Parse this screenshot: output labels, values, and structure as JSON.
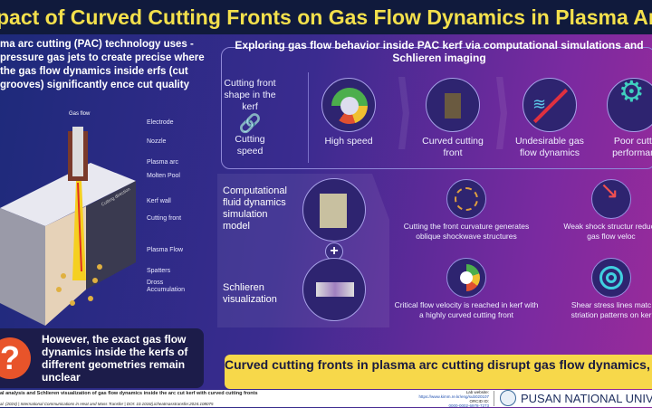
{
  "title": "pact of Curved Cutting Fronts on Gas Flow Dynamics in Plasma Arc Cutt",
  "intro": "ma arc cutting (PAC) technology uses -pressure gas jets to create precise where the gas flow dynamics inside erfs (cut grooves) significantly ence cut quality",
  "diagram": {
    "gas_flow": "Gas flow",
    "cutting_direction": "Cutting direction",
    "labels": [
      "Electrode",
      "Nozzle",
      "Plasma arc",
      "Molten Pool",
      "Kerf wall",
      "Cutting front",
      "Plasma Flow",
      "Spatters",
      "Dross Accumulation"
    ]
  },
  "question": "However, the exact gas flow dynamics inside the kerfs of different geometries remain unclear",
  "exploring": {
    "heading": "Exploring gas flow behavior inside PAC kerf via computational simulations and Schlieren imaging",
    "first": {
      "top": "Cutting front shape in the kerf",
      "bottom": "Cutting speed"
    },
    "steps": [
      {
        "label": "High speed",
        "icon": "speedometer-icon"
      },
      {
        "label": "Curved cutting front",
        "icon": "curved-front-icon"
      },
      {
        "label": "Undesirable gas flow dynamics",
        "icon": "crossed-gas-flow-icon"
      },
      {
        "label": "Poor cutti performan",
        "icon": "crossed-gear-icon"
      }
    ]
  },
  "methods": {
    "cfd": "Computational fluid dynamics simulation model",
    "plus": "+",
    "schlieren": "Schlieren visualization"
  },
  "findings": [
    {
      "text": "Cutting the front curvature generates oblique shockwave structures",
      "icon": "shockwave-icon"
    },
    {
      "text": "Weak shock structur reduce gas flow veloc",
      "icon": "downtrend-arrow-icon"
    },
    {
      "text": "Critical flow velocity is reached in kerf with a highly curved cutting front",
      "icon": "gauge-icon"
    },
    {
      "text": "Shear stress lines matc striation patterns on ker",
      "icon": "target-icon"
    }
  ],
  "conclusion": "Curved cutting fronts in plasma arc cutting disrupt gas flow dynamics, reducing efficiency and cutting performance",
  "footer": {
    "paper_title": "al analysis and Schlieren visualization of gas flow dynamics inside the arc cut kerf with curved cutting fronts",
    "citation": "al. (2024) | International Communications in Heat and Mass Transfer | DOI: 10.1016/j.icheatmasstransfer.2024.108075",
    "lab_label": "Lab website:",
    "lab_url": "https://www.kimm.re.kr/eng/sub020107",
    "orcid_label": "ORCID ID:",
    "orcid": "0000-0002-6978-7273",
    "university": "PUSAN NATIONAL UNIVER"
  },
  "colors": {
    "title_bg": "#101a3c",
    "title_text": "#f3e04c",
    "banner": "#f7d84a",
    "question": "#e8542a"
  }
}
